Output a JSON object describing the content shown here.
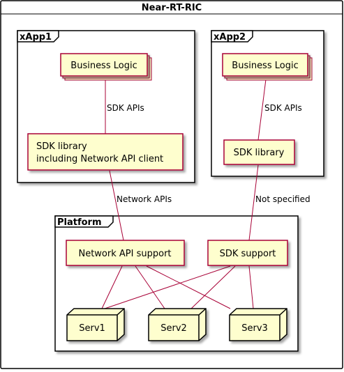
{
  "outer": {
    "title": "Near-RT-RIC"
  },
  "xapp1": {
    "title": "xApp1",
    "business_logic": "Business Logic",
    "sdk_lib_line1": "SDK library",
    "sdk_lib_line2": "including Network API client",
    "edge_label": "SDK APIs"
  },
  "xapp2": {
    "title": "xApp2",
    "business_logic": "Business Logic",
    "sdk_lib": "SDK library",
    "edge_label": "SDK APIs"
  },
  "platform": {
    "title": "Platform",
    "network_api_support": "Network API support",
    "sdk_support": "SDK support",
    "servers": [
      "Serv1",
      "Serv2",
      "Serv3"
    ]
  },
  "edges": {
    "network_apis": "Network APIs",
    "not_specified": "Not specified"
  },
  "colors": {
    "node_fill": "#FEFECE",
    "node_border": "#A80036",
    "edge": "#A80036",
    "frame": "#000000"
  }
}
